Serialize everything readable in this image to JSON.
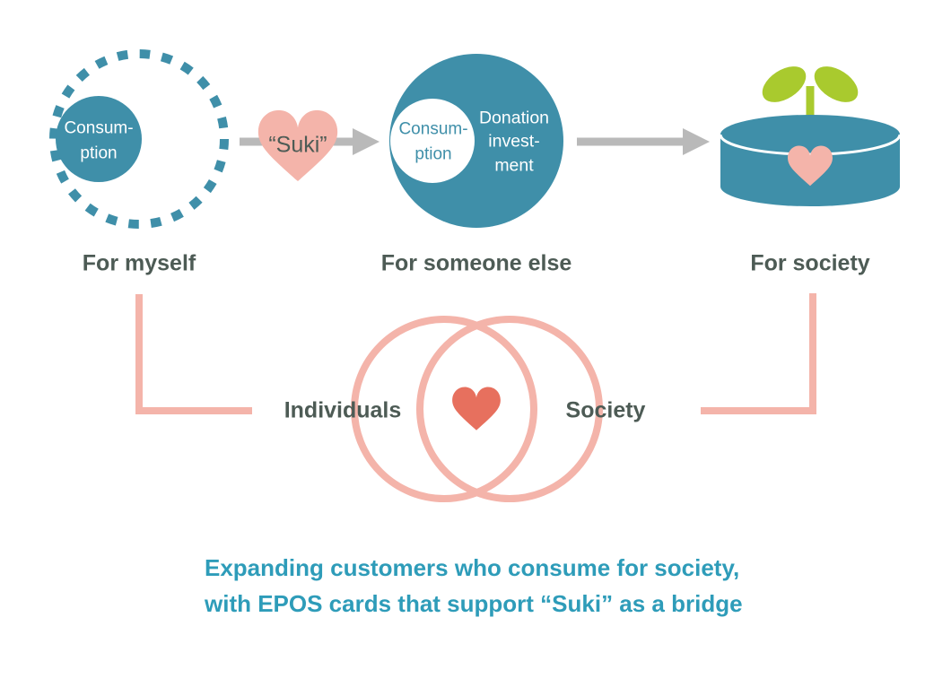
{
  "colors": {
    "teal": "#3f8fa9",
    "pink": "#f4b4aa",
    "coral": "#e7705e",
    "green": "#a9ca2e",
    "arrow_gray": "#b9b9b9",
    "venn_pink": "#f4b4aa",
    "label": "#4d5b55",
    "caption": "#2e9cb9"
  },
  "icons": {
    "bridge": "heart-icon",
    "pot": "heart-icon",
    "venn_center": "heart-icon",
    "plant": "sprout-icon",
    "flow": "arrow-right-icon"
  },
  "flow": {
    "step1": {
      "circle_text": "Consum-\nption",
      "label": "For myself"
    },
    "bridge": {
      "heart_text": "“Suki”"
    },
    "step2": {
      "circle_text": "Consum-\nption",
      "donation_text": "Donation\ninvest-\nment",
      "label": "For someone else"
    },
    "step3": {
      "label": "For society"
    }
  },
  "venn": {
    "left_label": "Individuals",
    "right_label": "Society"
  },
  "caption": {
    "text": "Expanding customers who consume for society,\nwith EPOS cards that support “Suki” as a bridge"
  }
}
